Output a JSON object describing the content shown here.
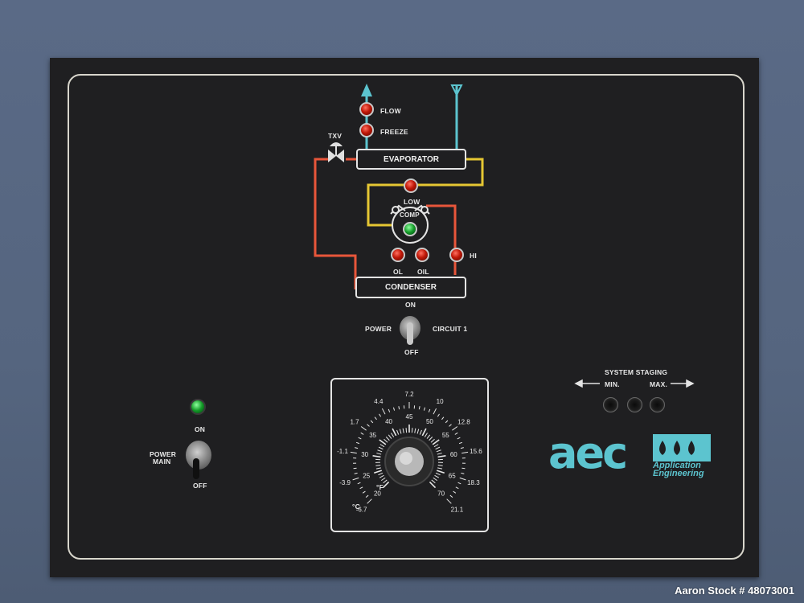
{
  "colors": {
    "panel": "#1f1f21",
    "housing": "#55657f",
    "refrigerant_hot": "#e8563a",
    "refrigerant_suction": "#e6c733",
    "water": "#5cc4cf",
    "brand": "#5cc4cf"
  },
  "refrigeration_circuit": {
    "flow_label": "FLOW",
    "freeze_label": "FREEZE",
    "txv_label": "TXV",
    "evaporator_label": "EVAPORATOR",
    "low_label": "LOW",
    "comp_label": "COMP",
    "ol_label": "OL",
    "oil_label": "OIL",
    "hi_label": "HI",
    "condenser_label": "CONDENSER"
  },
  "circuit_switch": {
    "on_label": "ON",
    "power_label": "POWER",
    "circuit_label": "CIRCUIT 1",
    "off_label": "OFF"
  },
  "main_power": {
    "on_label": "ON",
    "power_label_line1": "POWER",
    "power_label_line2": "MAIN",
    "off_label": "OFF"
  },
  "temperature_dial": {
    "fahrenheit_unit": "°F",
    "celsius_unit": "°C",
    "fahrenheit_scale": [
      "20",
      "25",
      "30",
      "35",
      "40",
      "45",
      "50",
      "55",
      "60",
      "65",
      "70"
    ],
    "celsius_scale": [
      "-6.7",
      "-3.9",
      "-1.1",
      "1.7",
      "4.4",
      "7.2",
      "10",
      "12.8",
      "15.6",
      "18.3",
      "21.1"
    ]
  },
  "system_staging": {
    "title": "SYSTEM STAGING",
    "min_label": "MIN.",
    "max_label": "MAX."
  },
  "brand": {
    "logo_text": "aec",
    "name_line1": "Application",
    "name_line2": "Engineering"
  },
  "watermark": "Aaron Stock # 48073001"
}
